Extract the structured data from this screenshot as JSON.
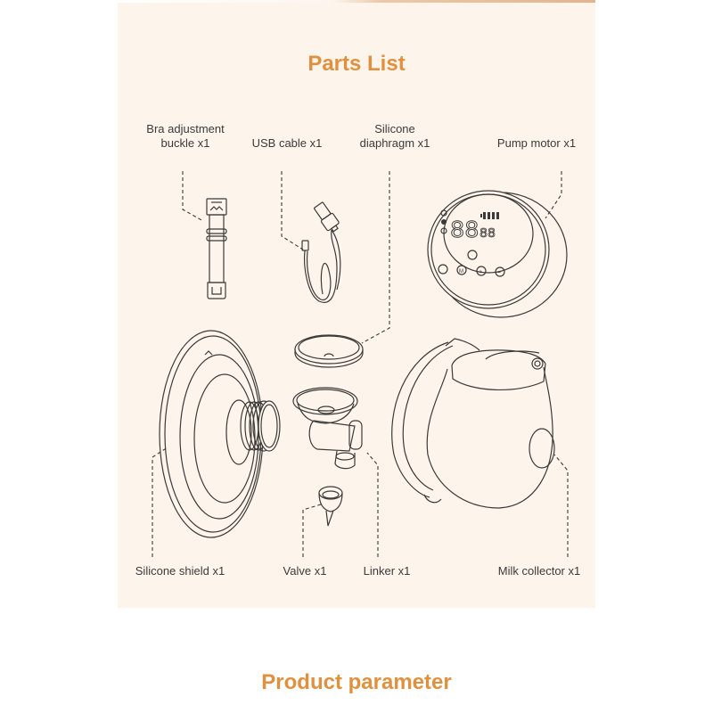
{
  "header": {
    "section_title": "Parts List"
  },
  "parts": [
    {
      "id": "bra-buckle",
      "label_line1": "Bra adjustment",
      "label_line2": "buckle x1"
    },
    {
      "id": "usb-cable",
      "label_line1": "USB cable x1"
    },
    {
      "id": "silicone-diaphragm",
      "label_line1": "Silicone",
      "label_line2": "diaphragm x1"
    },
    {
      "id": "pump-motor",
      "label_line1": "Pump motor x1"
    },
    {
      "id": "silicone-shield",
      "label_line1": "Silicone shield x1"
    },
    {
      "id": "valve",
      "label_line1": "Valve x1"
    },
    {
      "id": "linker",
      "label_line1": "Linker x1"
    },
    {
      "id": "milk-collector",
      "label_line1": "Milk collector x1"
    }
  ],
  "pump_display": {
    "main_digits": "88",
    "small_digits": "88",
    "buttons": [
      "power",
      "M",
      "+",
      "−"
    ]
  },
  "footer": {
    "next_section_title": "Product parameter"
  },
  "colors": {
    "accent": "#e0913f",
    "panel_bg": "#fdf5ec",
    "line": "#3b3a38",
    "text": "#3a3a3a"
  }
}
